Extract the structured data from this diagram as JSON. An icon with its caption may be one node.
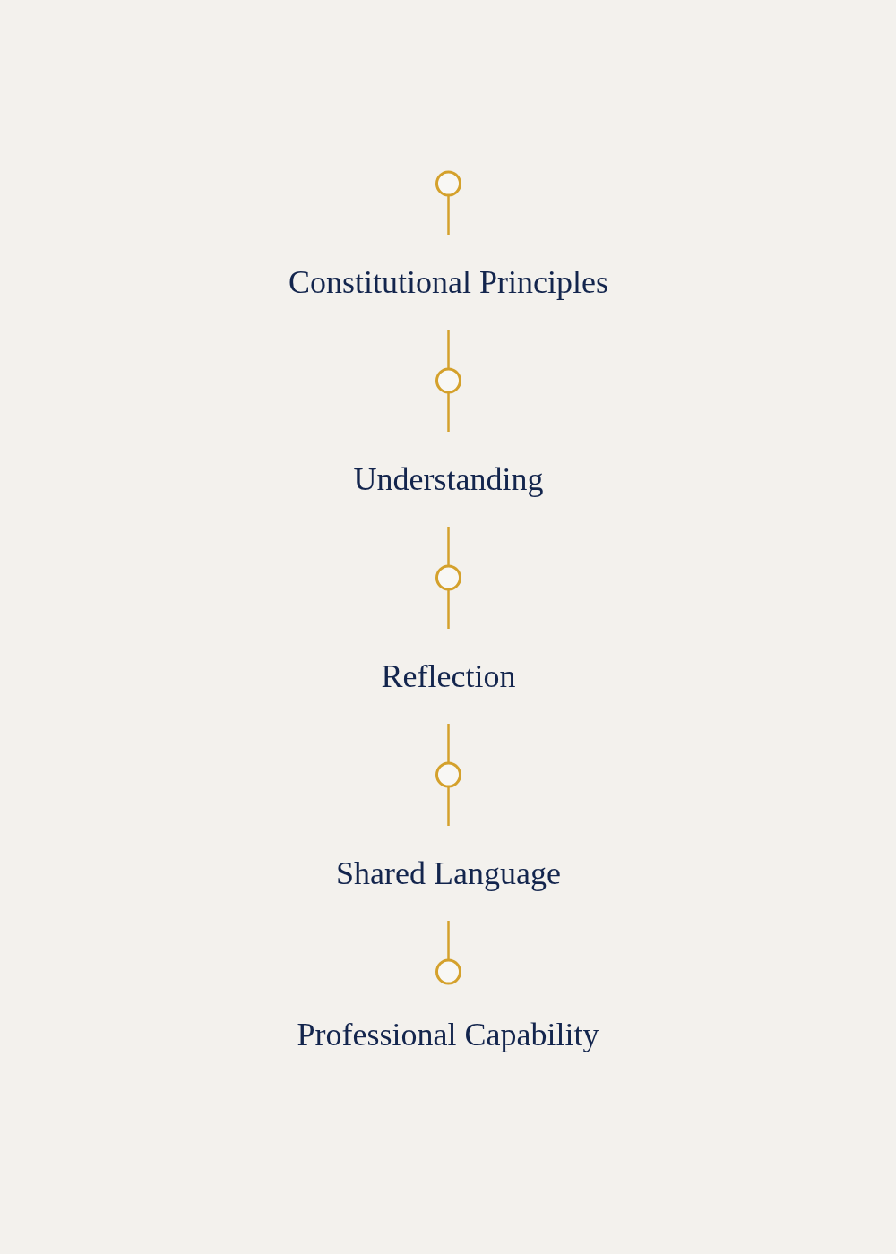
{
  "diagram": {
    "nodes": [
      {
        "text": [],
        "shape": "circle"
      },
      {
        "text": [
          "Constitutional Principles"
        ]
      },
      {
        "text": [],
        "shape": "circle"
      },
      {
        "text": [
          "Understanding"
        ]
      },
      {
        "text": [],
        "shape": "circle"
      },
      {
        "text": [
          "Reflection"
        ]
      },
      {
        "text": [],
        "shape": "circle"
      },
      {
        "text": [
          "Shared Language"
        ]
      },
      {
        "text": [],
        "shape": "circle",
        "beside": [
          "Professional Capability"
        ]
      }
    ],
    "edges": [
      {
        "from": 0,
        "to": 1,
        "arrow": "none"
      },
      {
        "from": 1,
        "to": 2,
        "arrow": "none"
      },
      {
        "from": 2,
        "to": 3,
        "arrow": "none"
      },
      {
        "from": 3,
        "to": 4,
        "arrow": "none"
      },
      {
        "from": 4,
        "to": 5,
        "arrow": "none"
      },
      {
        "from": 5,
        "to": 6,
        "arrow": "none"
      },
      {
        "from": 6,
        "to": 7,
        "arrow": "none"
      },
      {
        "from": 7,
        "to": 8,
        "arrow": "none"
      }
    ]
  }
}
